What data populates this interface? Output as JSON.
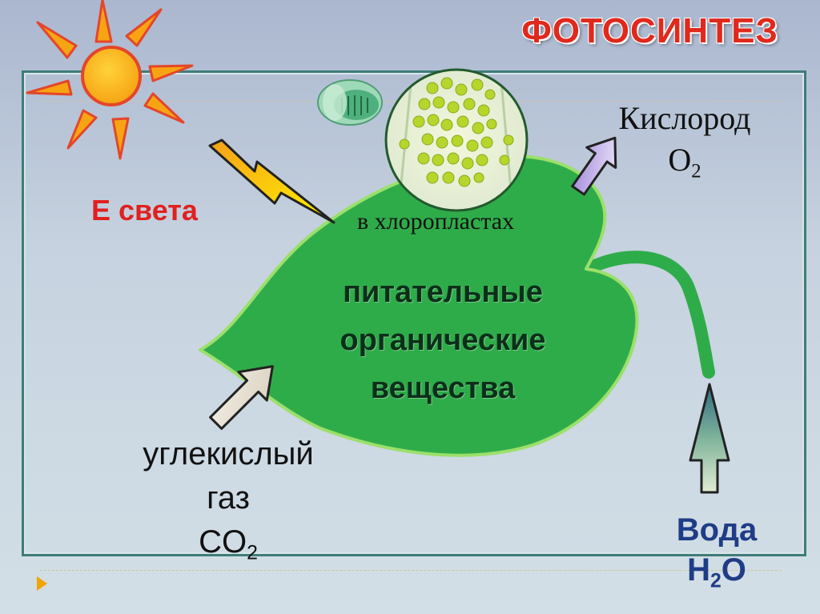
{
  "title": "ФОТОСИНТЕЗ",
  "light_energy": "Е света",
  "location": "в хлоропластах",
  "products": {
    "line1": "питательные",
    "line2": "органические",
    "line3": "вещества"
  },
  "oxygen": {
    "name": "Кислород",
    "formula_main": "O",
    "formula_sub": "2"
  },
  "carbon_dioxide": {
    "line1": "углекислый",
    "line2": "газ",
    "formula_main": "CO",
    "formula_sub": "2"
  },
  "water": {
    "name": "Вода",
    "formula_pre": "H",
    "formula_sub": "2",
    "formula_post": "O"
  },
  "colors": {
    "title": "#e0291c",
    "light_label": "#e0211f",
    "leaf": "#2fac4a",
    "water_label": "#1f3c86",
    "frame": "#3f7c78"
  }
}
